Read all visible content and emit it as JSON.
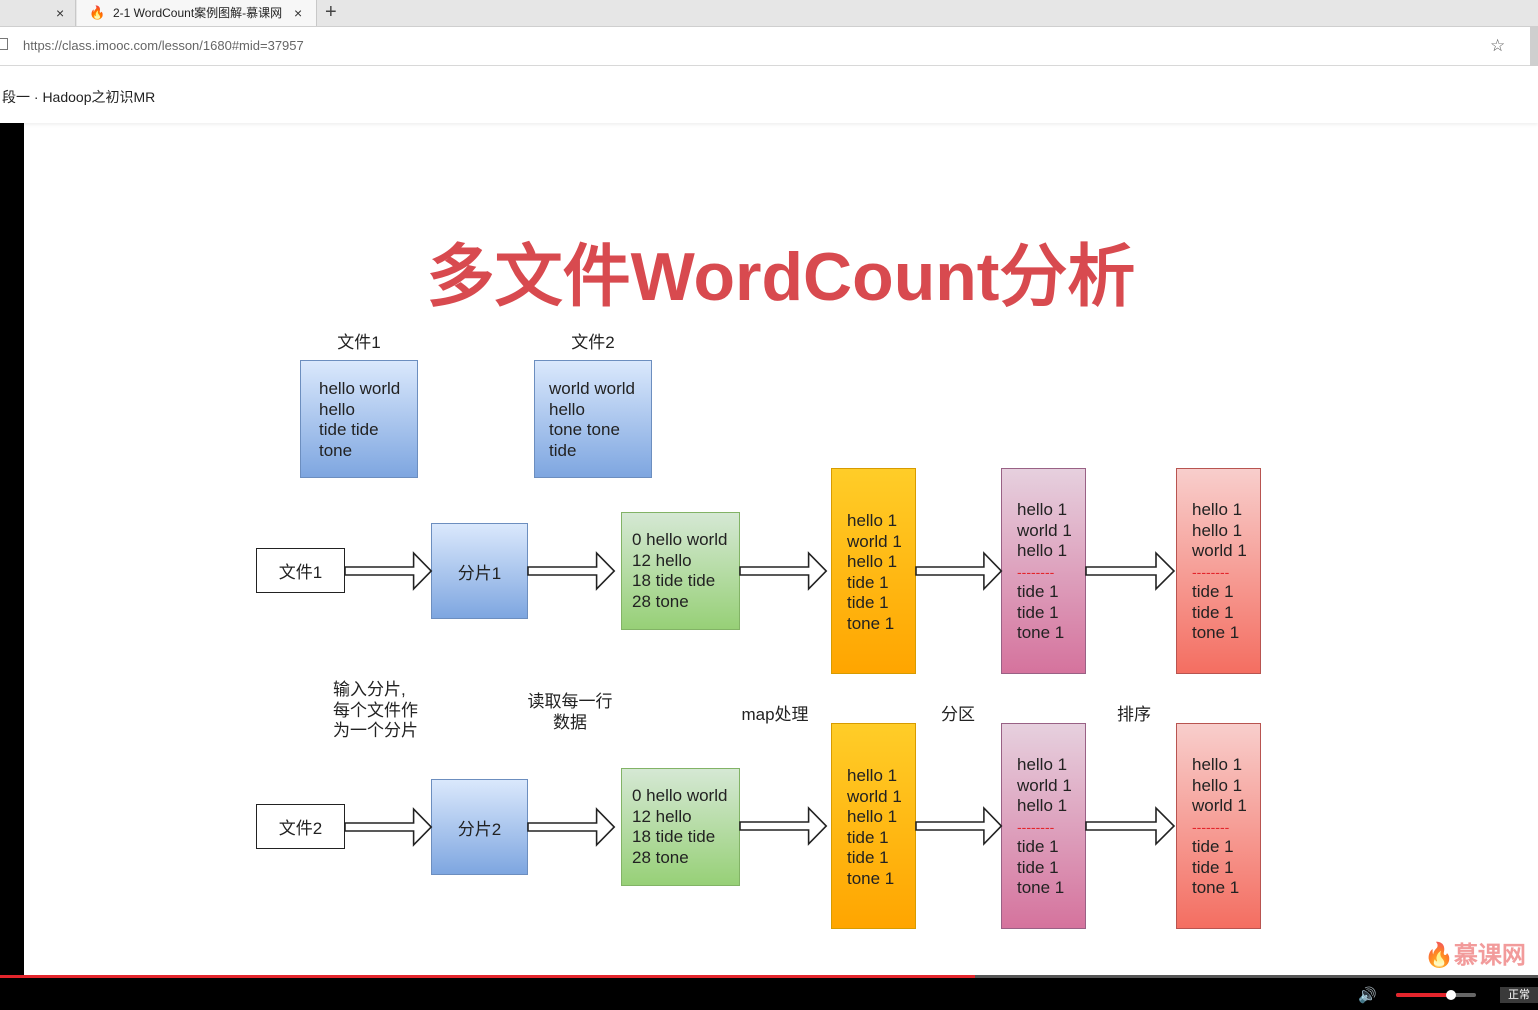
{
  "browser": {
    "tabs": [
      {
        "label": "",
        "close": "×"
      },
      {
        "label": "2-1 WordCount案例图解-慕课网",
        "close": "×"
      }
    ],
    "new_tab": "+",
    "url": "https://class.imooc.com/lesson/1680#mid=37957"
  },
  "page": {
    "breadcrumb": "段一 · Hadoop之初识MR"
  },
  "slide": {
    "title": "多文件WordCount分析",
    "file1_caption": "文件1",
    "file2_caption": "文件2",
    "file1_lines": [
      "hello world",
      "hello",
      "tide tide",
      "tone"
    ],
    "file2_lines": [
      "world world",
      "hello",
      "tone tone",
      "tide"
    ],
    "row1": {
      "input": "文件1",
      "split": "分片1",
      "read": [
        "0 hello world",
        "12 hello",
        "18 tide tide",
        "28 tone"
      ],
      "map": [
        "hello 1",
        "world 1",
        "hello 1",
        "tide 1",
        "tide 1",
        "tone 1"
      ],
      "partition_top": [
        "hello 1",
        "world 1",
        "hello 1"
      ],
      "partition_sep": "--------",
      "partition_bottom": [
        "tide 1",
        "tide 1",
        "tone 1"
      ],
      "sort_top": [
        "hello 1",
        "hello 1",
        "world 1"
      ],
      "sort_sep": "--------",
      "sort_bottom": [
        "tide 1",
        "tide 1",
        "tone 1"
      ]
    },
    "row2": {
      "input": "文件2",
      "split": "分片2",
      "read": [
        "0 hello world",
        "12 hello",
        "18 tide tide",
        "28 tone"
      ],
      "map": [
        "hello 1",
        "world 1",
        "hello 1",
        "tide 1",
        "tide 1",
        "tone 1"
      ],
      "partition_top": [
        "hello 1",
        "world 1",
        "hello 1"
      ],
      "partition_sep": "--------",
      "partition_bottom": [
        "tide 1",
        "tide 1",
        "tone 1"
      ],
      "sort_top": [
        "hello 1",
        "hello 1",
        "world 1"
      ],
      "sort_sep": "--------",
      "sort_bottom": [
        "tide 1",
        "tide 1",
        "tone 1"
      ]
    },
    "labels": {
      "split_desc": [
        "输入分片,",
        "每个文件作",
        "为一个分片"
      ],
      "read_desc": [
        "读取每一行",
        "数据"
      ],
      "map_desc": "map处理",
      "partition_desc": "分区",
      "sort_desc": "排序"
    },
    "watermark": "慕课网"
  },
  "player": {
    "progress": 0.634,
    "volume": 0.69,
    "speed_label": "正常"
  },
  "colors": {
    "title": "#d84a4f",
    "progress": "#e3252c"
  }
}
